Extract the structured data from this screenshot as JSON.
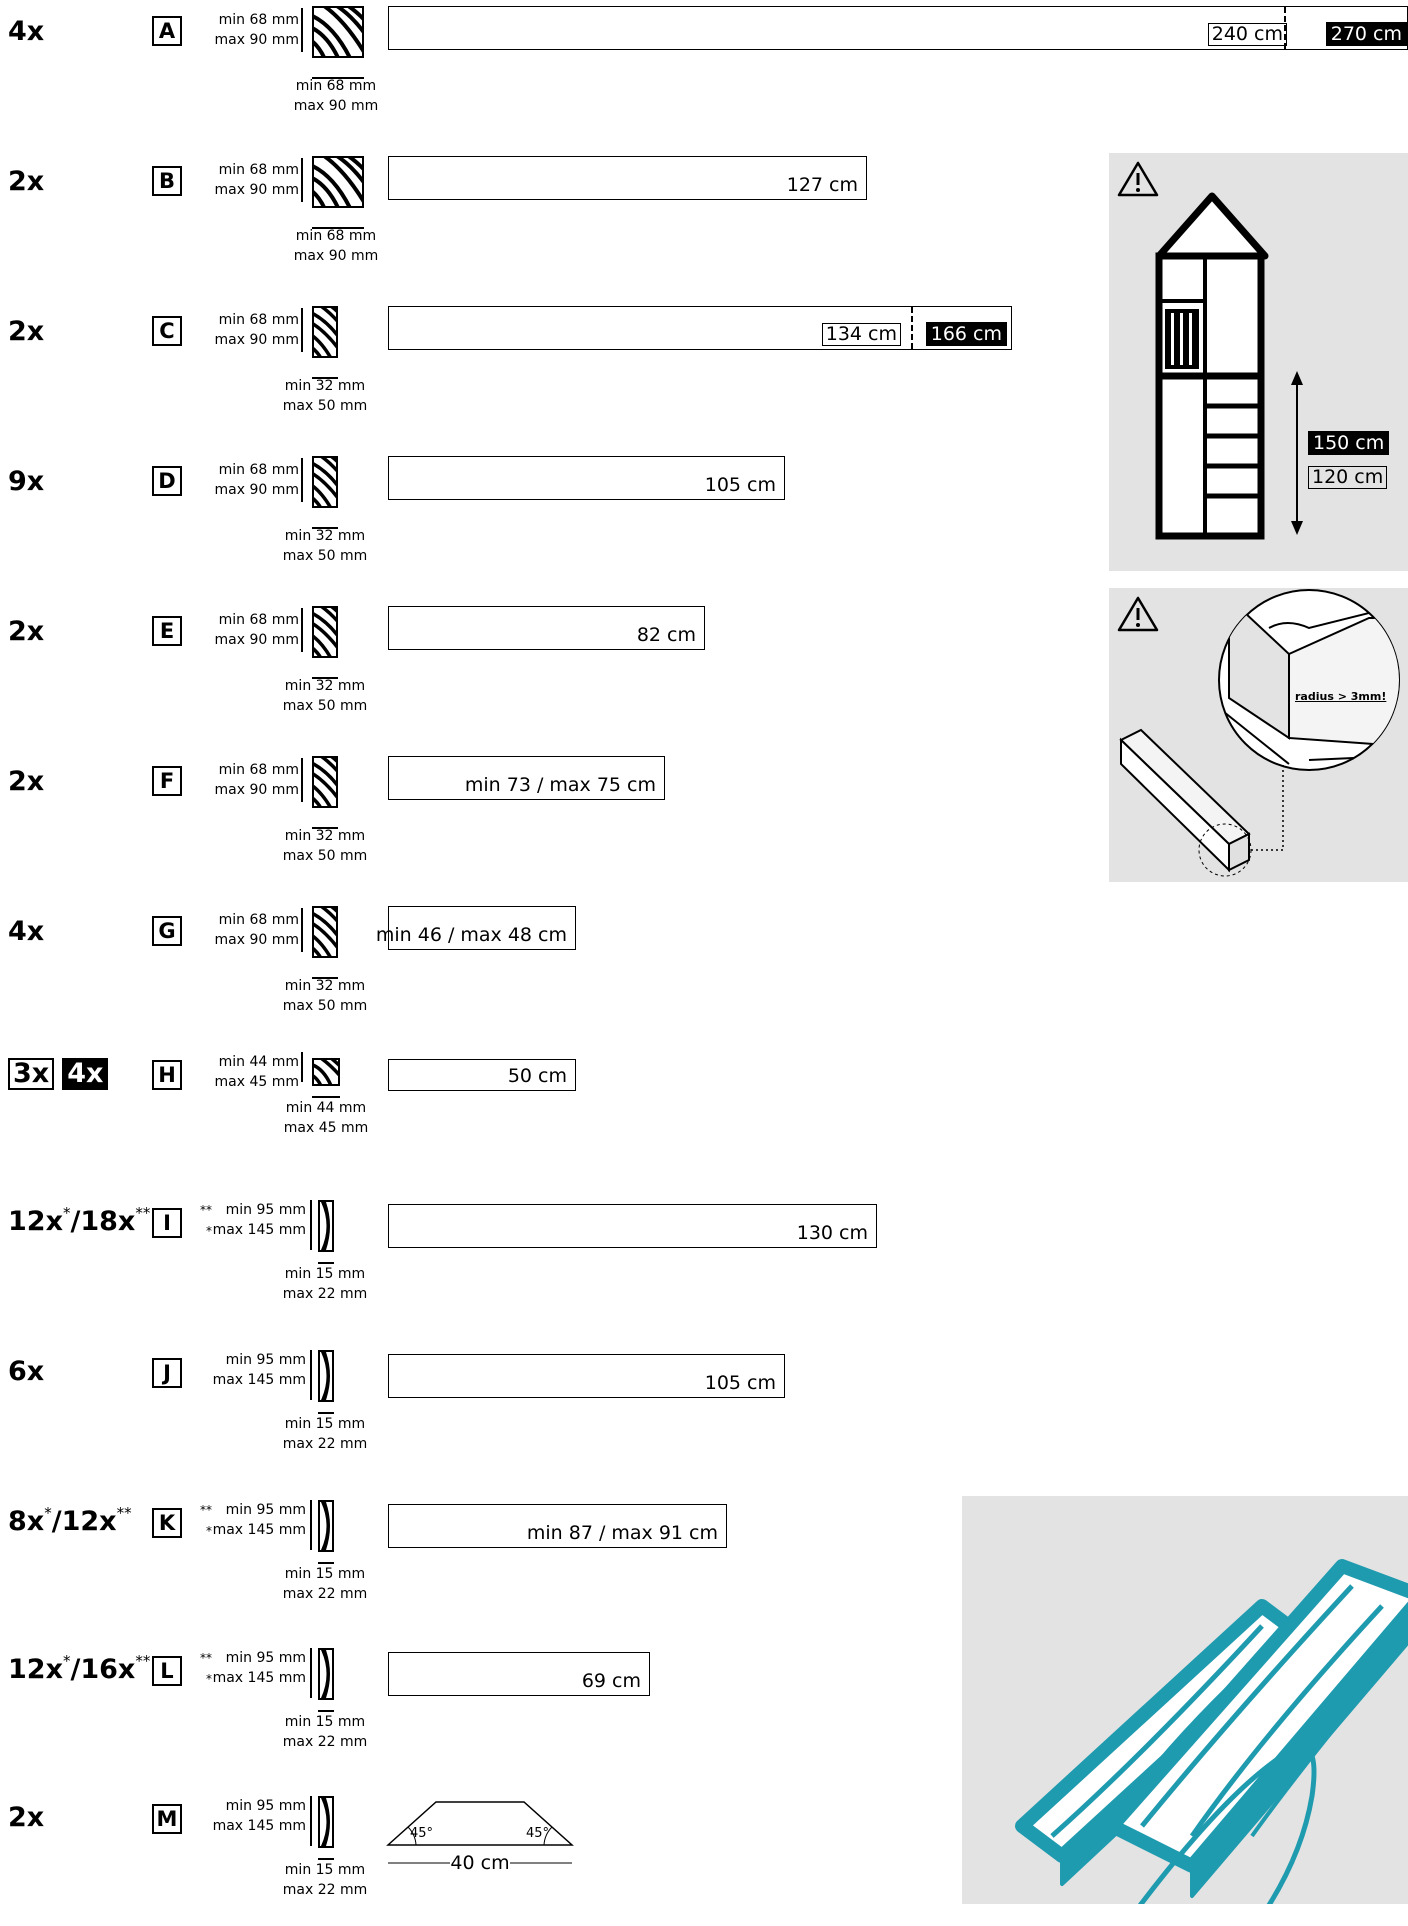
{
  "rows": [
    {
      "qty": "4x",
      "letter": "A",
      "top": [
        "min  68 mm",
        "max 90 mm"
      ],
      "bottom": [
        "min  68 mm",
        "max 90 mm"
      ],
      "length": "",
      "tag_outline": "240 cm",
      "tag_filled": "270 cm"
    },
    {
      "qty": "2x",
      "letter": "B",
      "top": [
        "min  68 mm",
        "max 90 mm"
      ],
      "bottom": [
        "min  68 mm",
        "max 90 mm"
      ],
      "length": "127 cm"
    },
    {
      "qty": "2x",
      "letter": "C",
      "top": [
        "min  68 mm",
        "max 90 mm"
      ],
      "bottom": [
        "min  32 mm",
        "max 50 mm"
      ],
      "length": "",
      "tag_outline": "134 cm",
      "tag_filled": "166 cm"
    },
    {
      "qty": "9x",
      "letter": "D",
      "top": [
        "min  68 mm",
        "max 90 mm"
      ],
      "bottom": [
        "min  32 mm",
        "max 50 mm"
      ],
      "length": "105 cm"
    },
    {
      "qty": "2x",
      "letter": "E",
      "top": [
        "min  68 mm",
        "max 90 mm"
      ],
      "bottom": [
        "min  32 mm",
        "max 50 mm"
      ],
      "length": "82 cm"
    },
    {
      "qty": "2x",
      "letter": "F",
      "top": [
        "min  68 mm",
        "max 90 mm"
      ],
      "bottom": [
        "min  32 mm",
        "max 50 mm"
      ],
      "length": "min 73 / max 75 cm"
    },
    {
      "qty": "4x",
      "letter": "G",
      "top": [
        "min  68 mm",
        "max 90 mm"
      ],
      "bottom": [
        "min  32 mm",
        "max 50 mm"
      ],
      "length": "min 46 / max 48 cm"
    },
    {
      "qty_a": "3x",
      "qty_b": "4x",
      "letter": "H",
      "top": [
        "min  44 mm",
        "max 45 mm"
      ],
      "bottom": [
        "min  44 mm",
        "max 45 mm"
      ],
      "length": "50 cm"
    },
    {
      "qty_a": "12x",
      "sup_a": "*",
      "qty_b": "/18x",
      "sup_b": "**",
      "letter": "I",
      "stars": [
        "**",
        "*"
      ],
      "top": [
        "min   95 mm",
        "max 145 mm"
      ],
      "bottom": [
        "min  15 mm",
        "max 22 mm"
      ],
      "length": "130 cm"
    },
    {
      "qty": "6x",
      "letter": "J",
      "top": [
        "min   95 mm",
        "max 145 mm"
      ],
      "bottom": [
        "min  15 mm",
        "max 22 mm"
      ],
      "length": "105 cm"
    },
    {
      "qty_a": "8x",
      "sup_a": "*",
      "qty_b": "/12x",
      "sup_b": "**",
      "letter": "K",
      "stars": [
        "**",
        "*"
      ],
      "top": [
        "min   95 mm",
        "max 145 mm"
      ],
      "bottom": [
        "min  15 mm",
        "max 22 mm"
      ],
      "length": "min 87 / max 91 cm"
    },
    {
      "qty_a": "12x",
      "sup_a": "*",
      "qty_b": "/16x",
      "sup_b": "**",
      "letter": "L",
      "stars": [
        "**",
        "*"
      ],
      "top": [
        "min   95 mm",
        "max 145 mm"
      ],
      "bottom": [
        "min  15 mm",
        "max 22 mm"
      ],
      "length": "69 cm"
    },
    {
      "qty": "2x",
      "letter": "M",
      "top": [
        "min   95 mm",
        "max 145 mm"
      ],
      "bottom": [
        "min  15 mm",
        "max 22 mm"
      ],
      "angle_left": "45°",
      "angle_right": "45°",
      "length": "40 cm"
    }
  ],
  "tower_panel": {
    "warning_icon": "warning-triangle-icon",
    "label_filled": "150 cm",
    "label_outline": "120 cm"
  },
  "corner_panel": {
    "warning_icon": "warning-triangle-icon",
    "radius_note": "radius > 3mm!"
  },
  "wood_panel": {
    "accent": "#1f9bb0"
  }
}
